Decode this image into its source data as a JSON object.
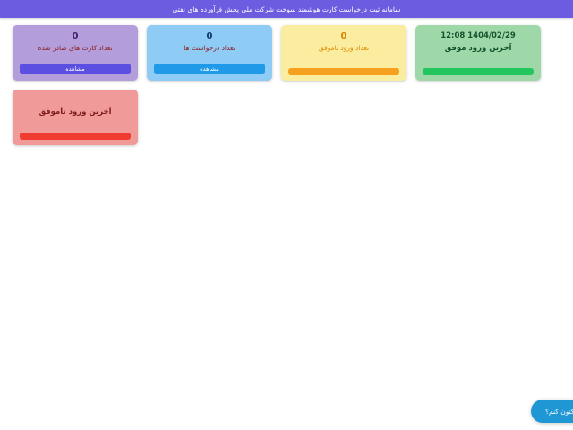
{
  "header": {
    "title": "سامانه ثبت درخواست کارت هوشمند سوخت شرکت ملی پخش فرآورده های نفتی",
    "background_color": "#6c5ce0"
  },
  "dashboard": {
    "cards": [
      {
        "key": "issued-cards",
        "value": "0",
        "label": "تعداد کارت های صادر شده",
        "action_label": "مشاهده",
        "variant": "purple",
        "card_color": "#b39ddb",
        "action_color": "#5a4fe0",
        "has_action_text": true
      },
      {
        "key": "requests-count",
        "value": "0",
        "label": "تعداد درخواست ها",
        "action_label": "مشاهده",
        "variant": "blue",
        "card_color": "#8ecbf5",
        "action_color": "#1f9ae8",
        "has_action_text": true
      },
      {
        "key": "failed-login-count",
        "value": "0",
        "label": "تعداد ورود ناموفق",
        "action_label": "",
        "variant": "yellow",
        "card_color": "#fbeda0",
        "action_color": "#f5a01e",
        "has_action_text": false
      },
      {
        "key": "last-successful-login",
        "value": "1404/02/29 12:08",
        "label": "آخرین ورود موفق",
        "action_label": "",
        "variant": "green",
        "card_color": "#9fd8a8",
        "action_color": "#22c55e",
        "has_action_text": false
      },
      {
        "key": "last-failed-login",
        "value": "",
        "label": "آخرین ورود ناموفق",
        "action_label": "",
        "variant": "red",
        "card_color": "#f09a9a",
        "action_color": "#ef3b30",
        "has_action_text": false
      }
    ]
  },
  "chat_widget": {
    "label": "مکتون کنم؟",
    "background_color": "#1f97d4"
  }
}
